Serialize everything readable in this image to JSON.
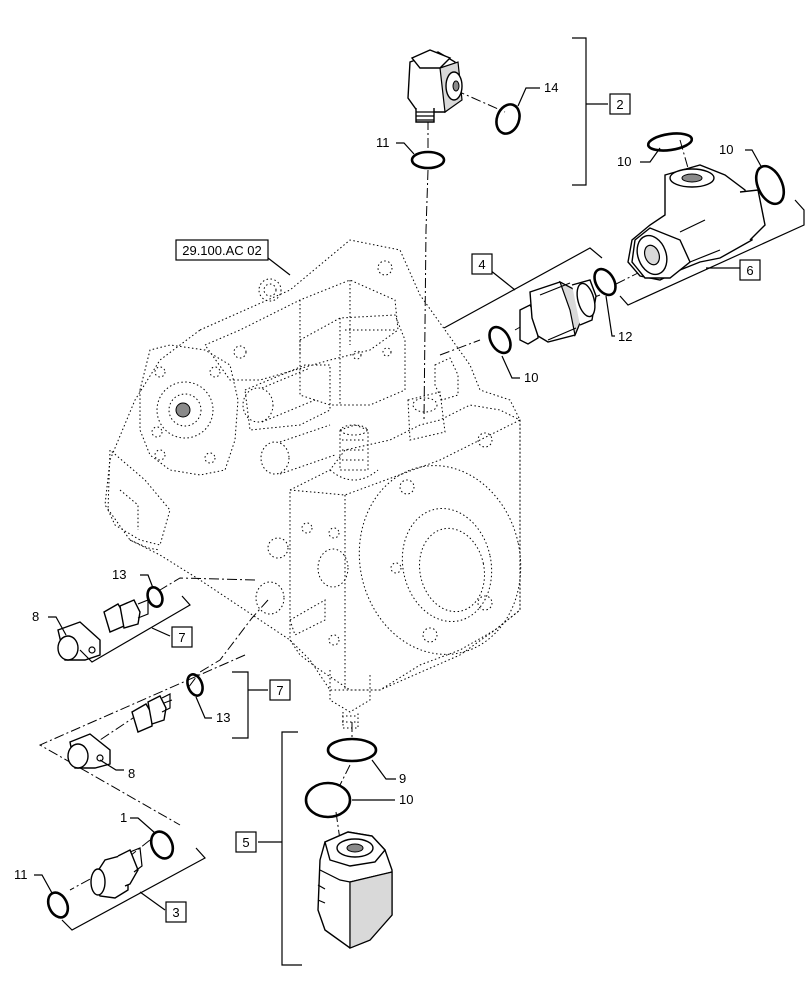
{
  "reference_label": "29.100.AC 02",
  "callouts": {
    "c1": "1",
    "c8a": "8",
    "c8b": "8",
    "c9": "9",
    "c10a": "10",
    "c10b": "10",
    "c10c": "10",
    "c10d": "10",
    "c11a": "11",
    "c11b": "11",
    "c12": "12",
    "c13a": "13",
    "c13b": "13",
    "c14": "14"
  },
  "boxed_callouts": {
    "b2": "2",
    "b3": "3",
    "b4": "4",
    "b5": "5",
    "b6": "6",
    "b7a": "7",
    "b7b": "7"
  }
}
